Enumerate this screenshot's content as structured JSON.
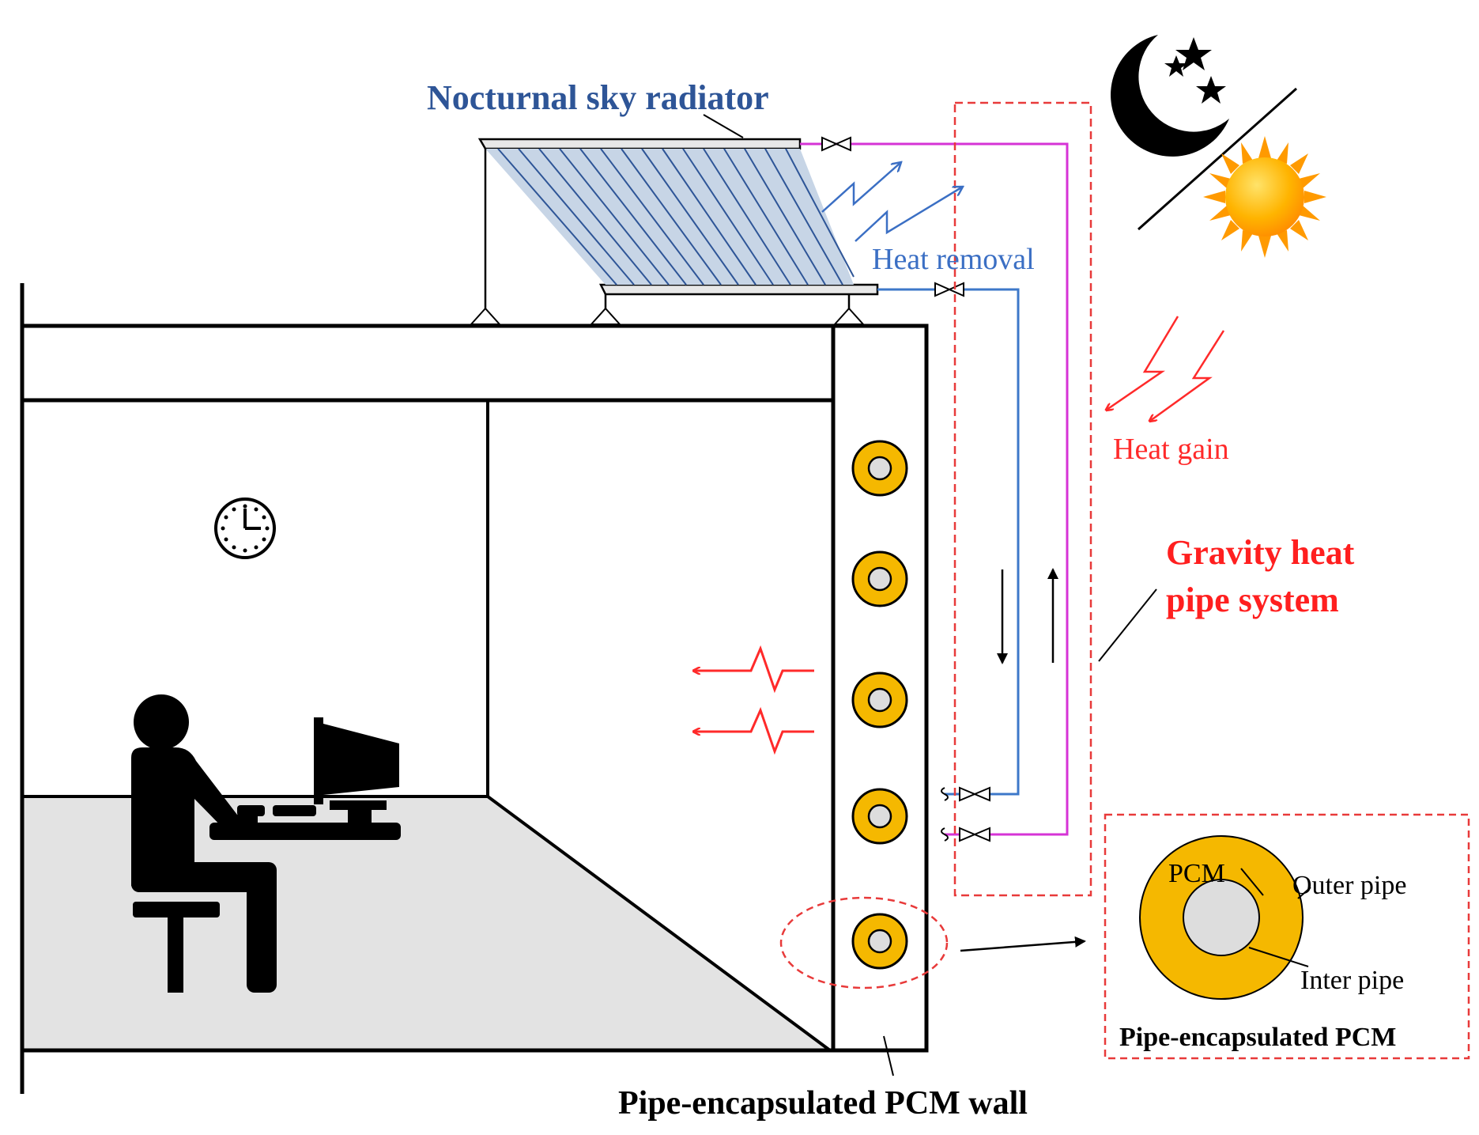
{
  "labels": {
    "radiator": "Nocturnal sky radiator",
    "heat_removal": "Heat removal",
    "heat_gain": "Heat gain",
    "system_line1": "Gravity heat",
    "system_line2": "pipe system",
    "wall": "Pipe-encapsulated PCM wall",
    "inset_pcm": "PCM",
    "inset_outer": "Outer pipe",
    "inset_inner": "Inter pipe",
    "inset_title": "Pipe-encapsulated  PCM"
  },
  "colors": {
    "radiator_label": "#2e5597",
    "heat_removal": "#3b6fc4",
    "heat_gain": "#ff2a2a",
    "system_label": "#ff1f1f",
    "pcm_fill": "#f5b800",
    "hot_pipe": "#d633d6",
    "cold_pipe": "#3d78c9",
    "floor": "#e3e3e3",
    "dashed_box": "#e83a3a"
  },
  "icons": [
    "moon-stars-icon",
    "sun-icon",
    "clock-icon",
    "person-at-computer-icon",
    "valve-icon"
  ]
}
